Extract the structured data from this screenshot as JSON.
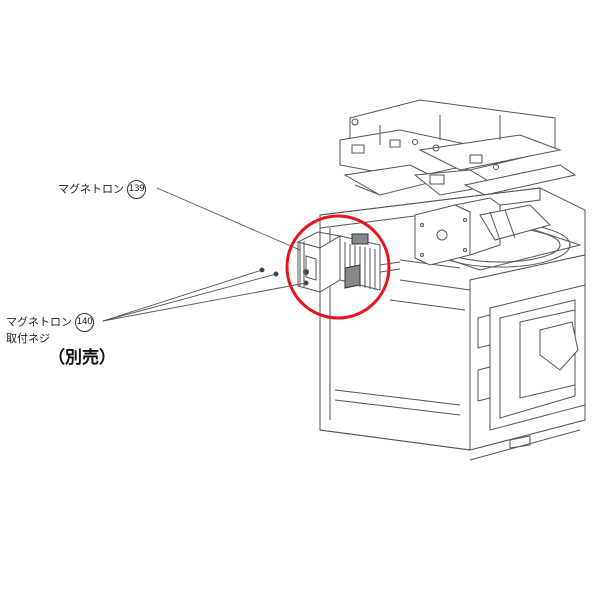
{
  "parts": [
    {
      "name": "マグネトロン",
      "number": "139"
    },
    {
      "name_line1": "マグネトロン",
      "name_line2": "取付ネジ",
      "number": "140"
    }
  ],
  "note": "（別売）",
  "highlight_color": "#e8141c",
  "line_color": "#555555"
}
